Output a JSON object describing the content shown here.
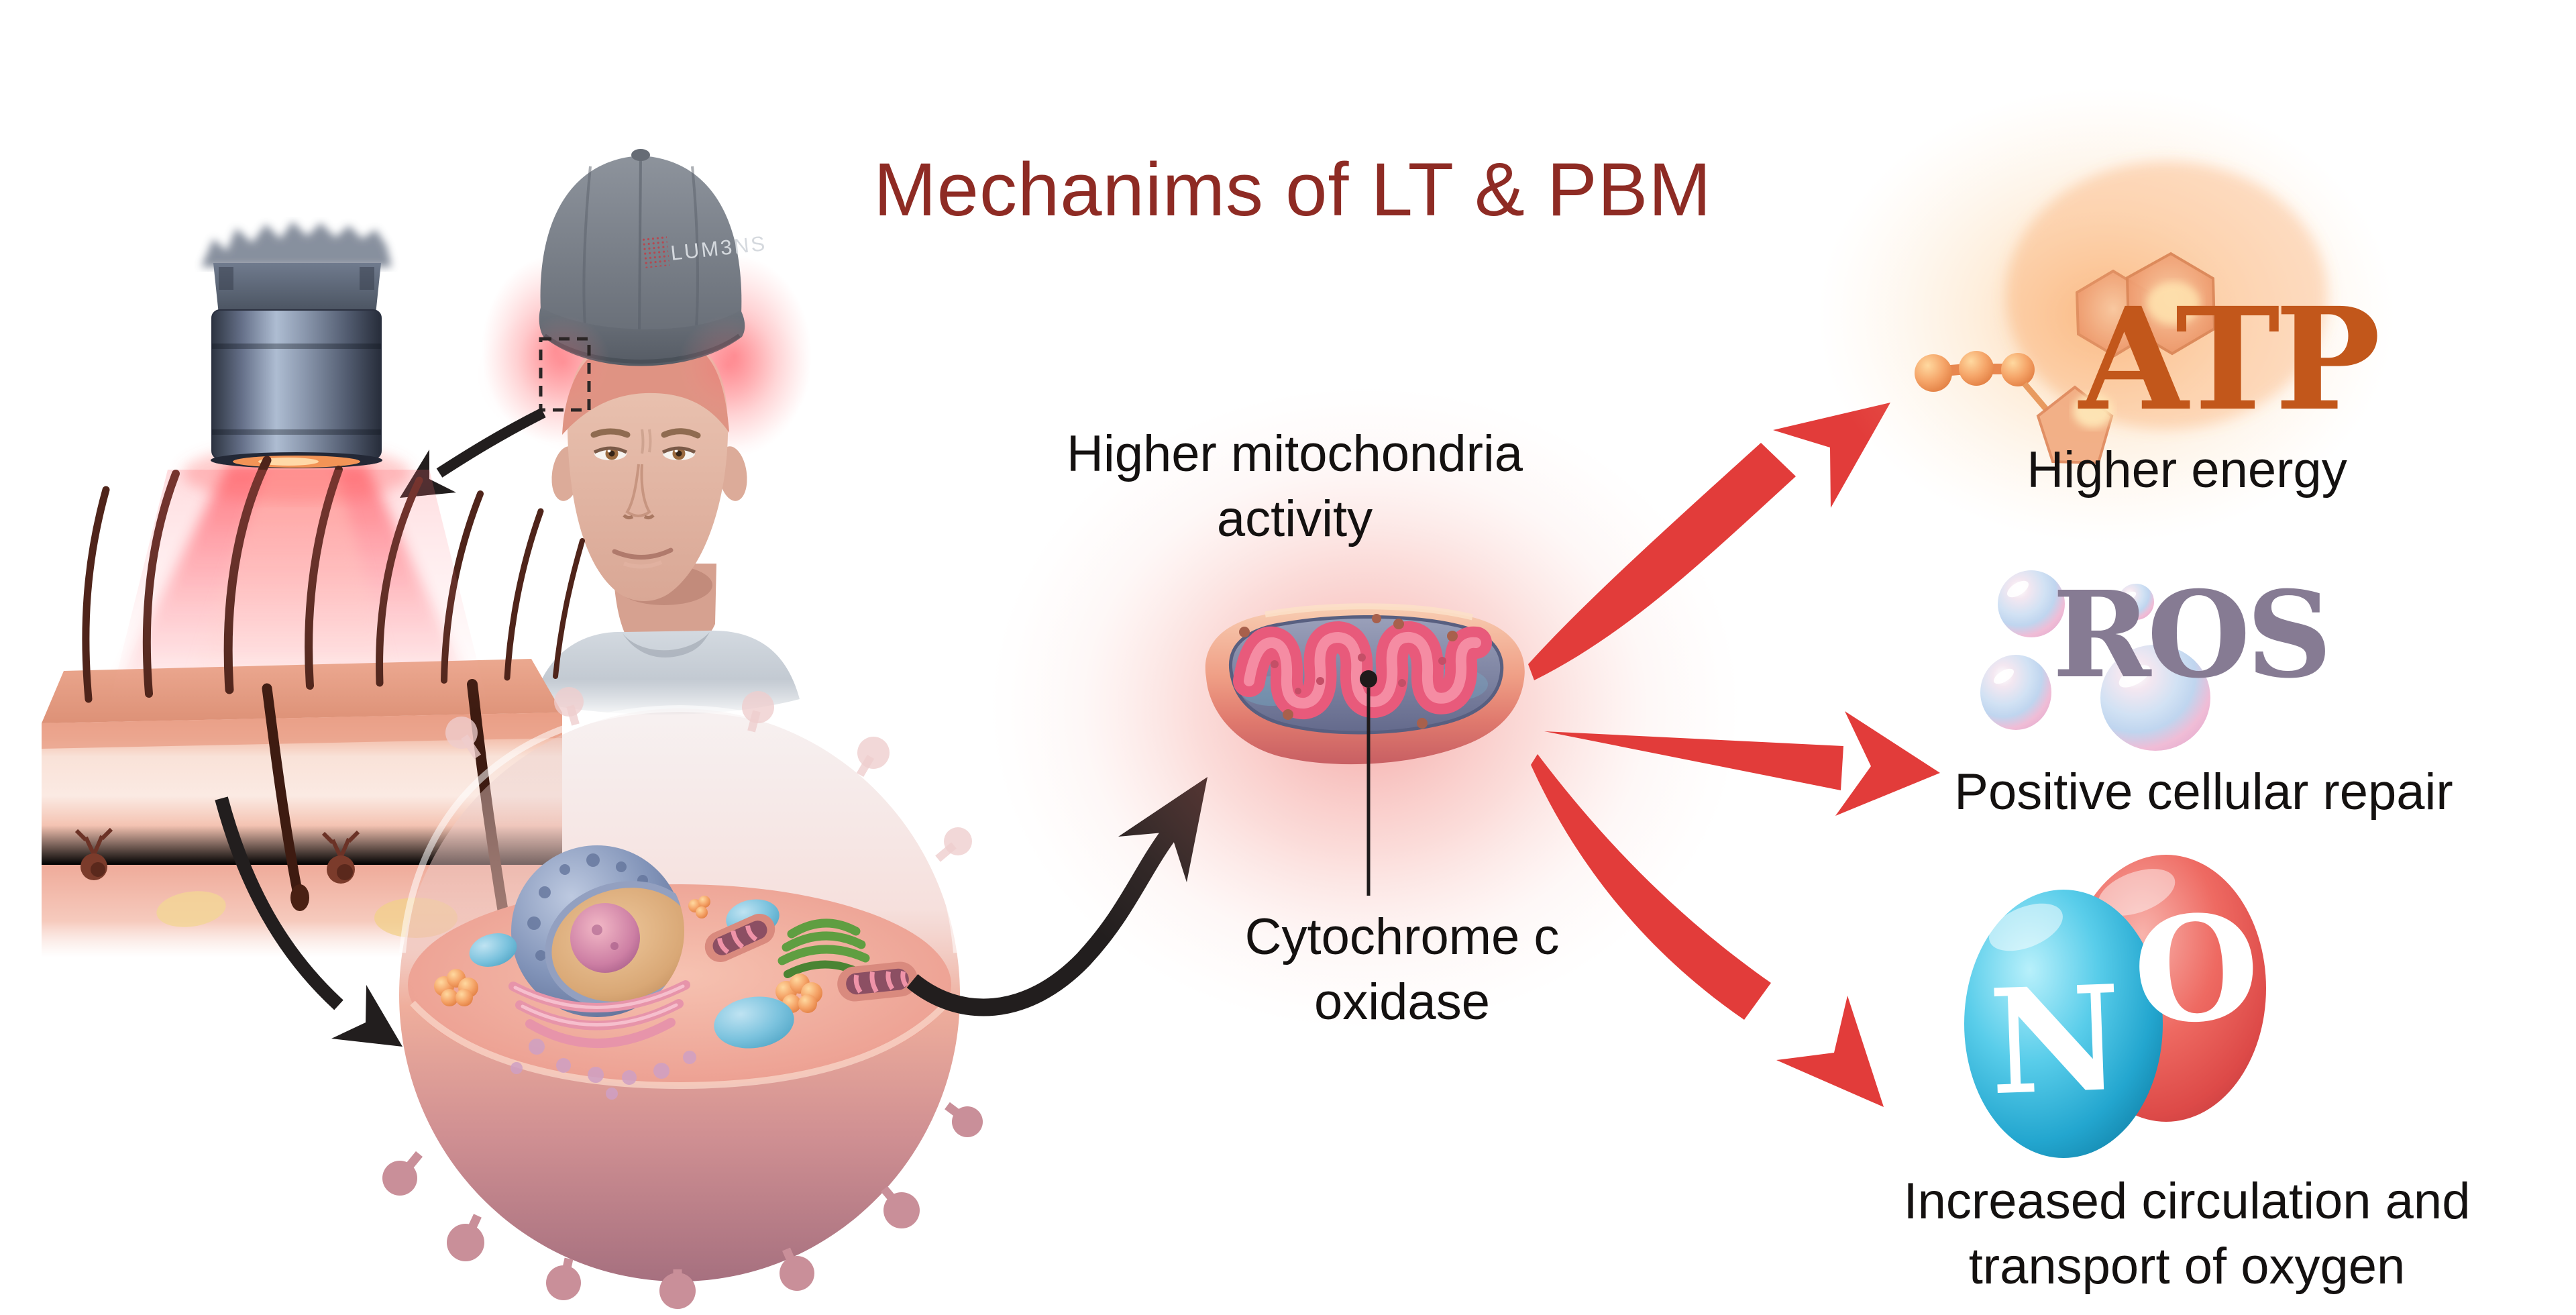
{
  "title": "Mechanims of LT & PBM",
  "device": {
    "cap_logo": "LUM3NS"
  },
  "pathway": {
    "activity_label": "Higher mitochondria activity",
    "enzyme_label": "Cytochrome c oxidase"
  },
  "outcomes": {
    "atp": {
      "molecule": "ATP",
      "label": "Higher energy"
    },
    "ros": {
      "molecule": "ROS",
      "label": "Positive cellular repair"
    },
    "no": {
      "atom_n": "N",
      "atom_o": "O",
      "label": "Increased circulation and transport of oxygen"
    }
  },
  "colors": {
    "title": "#8e2b24",
    "atp_text": "#c2571b",
    "ros_text": "#867b93",
    "no_nitrogen": "#2cb5dd",
    "no_oxygen": "#e6534f",
    "red_arrow": "#e23c3a",
    "black_arrow": "#221e1e",
    "label_text": "#141110"
  }
}
